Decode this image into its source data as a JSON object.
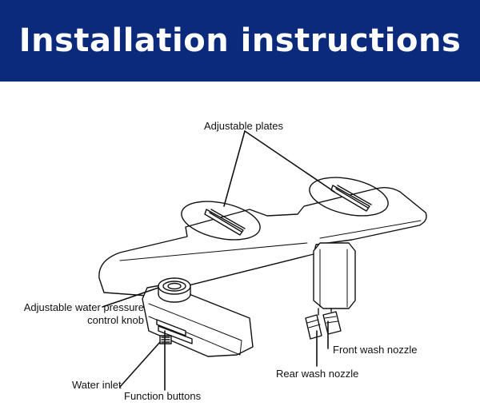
{
  "banner": {
    "title": "Installation instructions",
    "background_color": "#0b2a7c",
    "text_color": "#ffffff"
  },
  "labels": {
    "adjustable_plates": "Adjustable plates",
    "pressure_knob_line1": "Adjustable water pressure",
    "pressure_knob_line2": "control knob",
    "front_nozzle": "Front wash nozzle",
    "rear_nozzle": "Rear wash nozzle",
    "water_inlet": "Water inlet",
    "function_buttons": "Function buttons"
  }
}
